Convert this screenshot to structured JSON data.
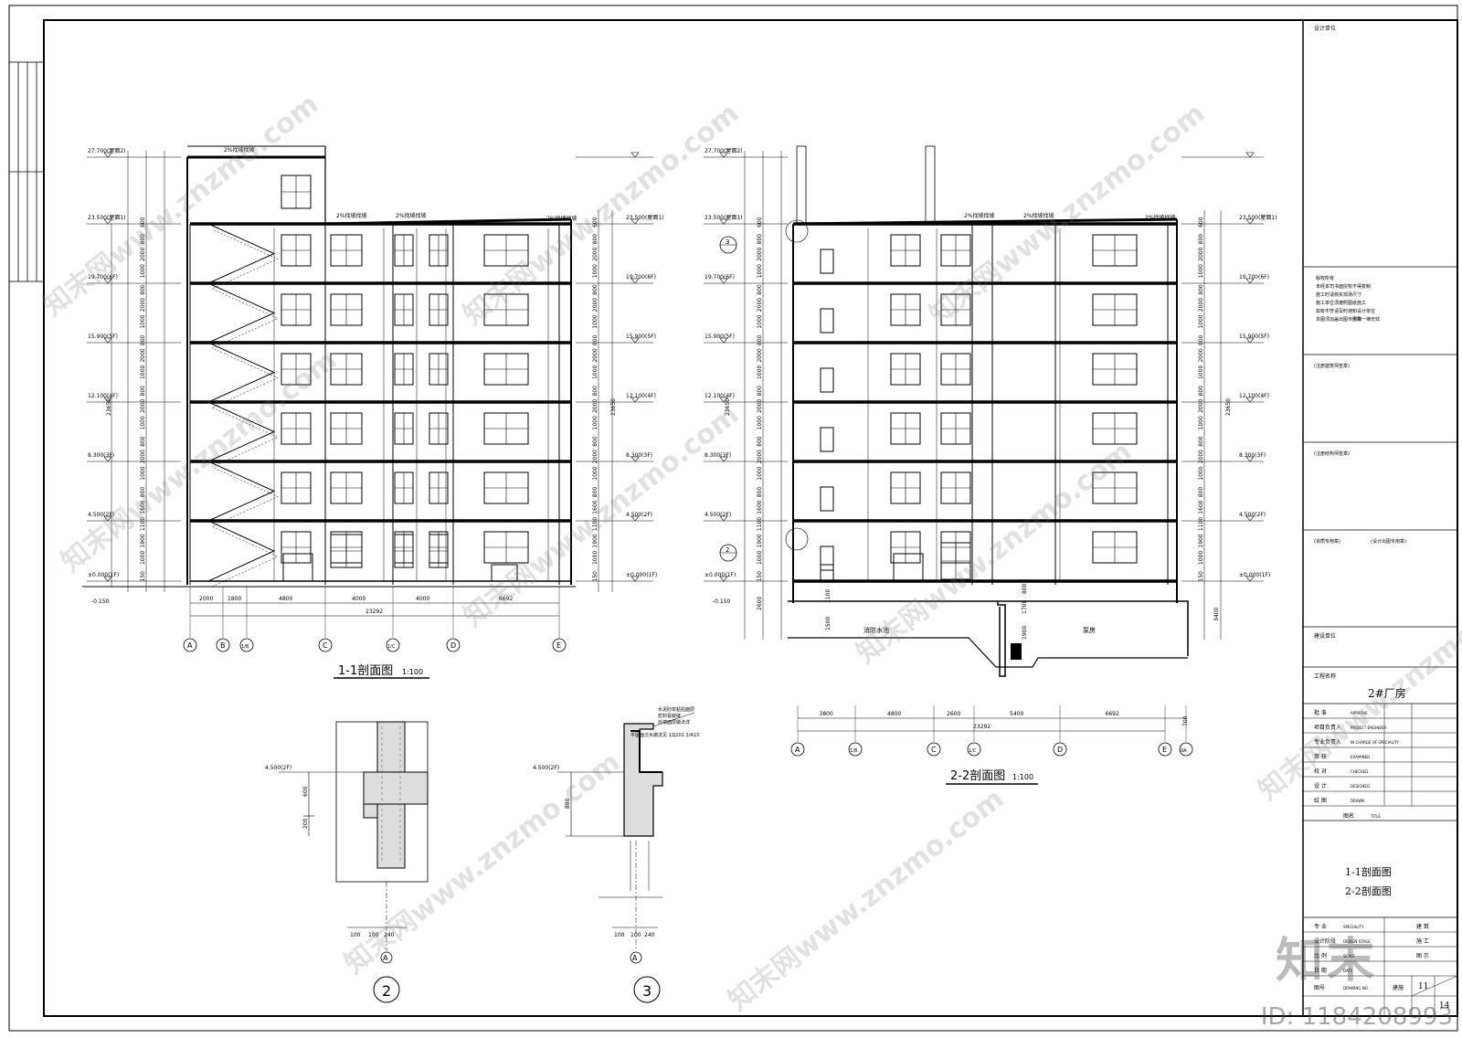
{
  "sheet": {
    "project_name": "2#厂房",
    "drawing_titles": [
      "1-1剖面图",
      "2-2剖面图"
    ],
    "sheet_number": "11",
    "total_sheets": "14",
    "labels": {
      "design_unit": "设计单位",
      "build_unit": "建设单位",
      "project": "工程名称",
      "drawing_name": "图名",
      "drawing_name_en": "TITLE",
      "drawing_no": "图号",
      "drawing_no_en": "DRAWING NO."
    },
    "notes": [
      "版权所有",
      "未经本司书面授权不得复制",
      "施工时请核实现场尺寸",
      "施工单位须遵照图纸施工",
      "如有不符请及时通知设计单位",
      "本图须加盖出图专用章",
      "否则一律无效"
    ],
    "stamps": [
      "(注册建筑师签章)",
      "(注册结构师签章)",
      "(资质专用章)",
      "(设计出图专用章)"
    ],
    "signatures": [
      {
        "cn": "批 准",
        "en": "APPROVE"
      },
      {
        "cn": "项目负责人",
        "en": "PROJECT ENGINEER"
      },
      {
        "cn": "专业负责人",
        "en": "IN CHARGE OF SPECIALITY"
      },
      {
        "cn": "审 核",
        "en": "EXAMINED"
      },
      {
        "cn": "校 对",
        "en": "CHECKED"
      },
      {
        "cn": "设 计",
        "en": "DESIGNED"
      },
      {
        "cn": "绘 图",
        "en": "DRAWN"
      }
    ],
    "info_rows": [
      {
        "cn": "专 业",
        "en": "SPECIALITY",
        "value": "建 筑"
      },
      {
        "cn": "设计阶段",
        "en": "DESIGN STAGE",
        "value": "施 工"
      },
      {
        "cn": "比 例",
        "en": "SCALE",
        "value": "图 示"
      },
      {
        "cn": "日 期",
        "en": "DATE",
        "value": ""
      }
    ],
    "drawing_no_prefix": "建施"
  },
  "section_1": {
    "title": "1-1剖面图",
    "scale": "1:100",
    "levels": [
      "27.700(屋面2)",
      "23.500(屋面1)",
      "19.700(6F)",
      "15.900(5F)",
      "12.100(4F)",
      "8.300(3F)",
      "4.500(2F)",
      "±0.000(1F)"
    ],
    "ground": "-0.150",
    "total_height": "23650",
    "roof_note": "2%找坡找坡",
    "axes": [
      "A",
      "B",
      "1/B",
      "C",
      "1/C",
      "D",
      "E"
    ],
    "spans": [
      "2000",
      "1800",
      "4800",
      "4000",
      "4000",
      "6692"
    ],
    "total_width": "23292",
    "right_dims": [
      "600",
      "800",
      "2000",
      "1000",
      "800",
      "2000",
      "1000",
      "800",
      "2000",
      "1000",
      "800",
      "2000",
      "1000",
      "800",
      "2000",
      "1000",
      "800",
      "1600",
      "1100",
      "1900",
      "1000",
      "150"
    ]
  },
  "section_2": {
    "title": "2-2剖面图",
    "scale": "1:100",
    "levels": [
      "27.700(屋面2)",
      "23.500(屋面1)",
      "19.700(6F)",
      "15.900(5F)",
      "12.100(4F)",
      "8.300(3F)",
      "4.500(2F)",
      "±0.000(1F)"
    ],
    "ground": "-0.150",
    "total_height": "23650",
    "axes": [
      "A",
      "1/B",
      "C",
      "1/C",
      "D",
      "E",
      "0A"
    ],
    "spans": [
      "3800",
      "4800",
      "2600",
      "5400",
      "6692",
      "700"
    ],
    "total_width": "23292",
    "basement_labels": [
      "消防水池",
      "泵房"
    ],
    "basement_dims": [
      "2600",
      "3400",
      "1500",
      "1100",
      "800",
      "1700",
      "1900"
    ],
    "callouts": [
      "3",
      "2"
    ]
  },
  "detail_2": {
    "number": "2",
    "level": "4.500(2F)",
    "dims": [
      "600",
      "200"
    ],
    "bottom_dims": [
      "100",
      "100",
      "240"
    ],
    "axis": "A"
  },
  "detail_3": {
    "number": "3",
    "level": "4.500(2F)",
    "dim": "880",
    "bottom_dims": [
      "100",
      "100",
      "240"
    ],
    "axis": "A",
    "notes": [
      "水泥砂浆粘贴面层",
      "密封膏嵌缝",
      "外墙面层做法详"
    ],
    "note_2": "平屋面泛水做法见 12J201 2/A13"
  },
  "watermark": {
    "text": "知末网www.znzmo.com",
    "logo": "知末",
    "id": "ID: 1184208993"
  }
}
